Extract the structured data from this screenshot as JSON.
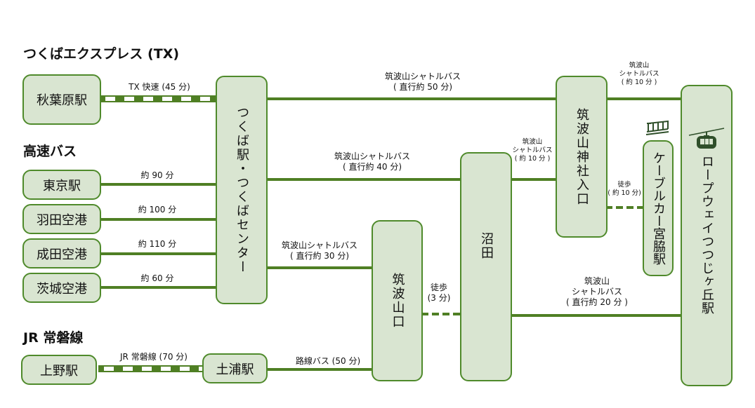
{
  "headings": {
    "tx": "つくばエクスプレス (TX)",
    "highway_bus": "高速バス",
    "jr": "JR 常磐線"
  },
  "stations": {
    "akihabara": "秋葉原駅",
    "tokyo": "東京駅",
    "haneda": "羽田空港",
    "narita": "成田空港",
    "ibaraki": "茨城空港",
    "ueno": "上野駅",
    "tsuchiura": "土浦駅",
    "tsukuba": "つくば駅・つくばセンター",
    "tsukubasanguchi": "筑波山口",
    "numata": "沼田",
    "jinja_iriguchi": "筑波山神社入口",
    "cablecar_miyawaki": "ケーブルカー宮脇駅",
    "ropeway_tsutsujigaoka": "ロープウェイつつじヶ丘駅"
  },
  "routes": {
    "tx_rapid": "TX 快速 (45 分)",
    "tokyo_bus": "約 90 分",
    "haneda_bus": "約 100 分",
    "narita_bus": "約 110 分",
    "ibaraki_bus": "約 60 分",
    "jr_joban": "JR 常磐線 (70 分)",
    "route_bus": "路線バス (50 分)",
    "shuttle_50": [
      "筑波山シャトルバス",
      "( 直行約 50 分)"
    ],
    "shuttle_40": [
      "筑波山シャトルバス",
      "( 直行約 40 分)"
    ],
    "shuttle_30": [
      "筑波山シャトルバス",
      "( 直行約 30 分)"
    ],
    "shuttle_10a": [
      "筑波山",
      "シャトルバス",
      "( 約 10 分 )"
    ],
    "shuttle_10b": [
      "筑波山",
      "シャトルバス",
      "( 約 10 分 )"
    ],
    "shuttle_20": [
      "筑波山",
      "シャトルバス",
      "( 直行約 20 分 )"
    ],
    "walk_3": [
      "徒歩",
      "(3 分)"
    ],
    "walk_10": [
      "徒歩",
      "( 約 10 分)"
    ]
  },
  "icons": {
    "cablecar": "cable-car-icon",
    "ropeway": "ropeway-gondola-icon"
  },
  "colors": {
    "line": "#4f7f24",
    "box_fill": "#d9e5d1",
    "box_border": "#4f8a2b",
    "icon": "#2f4f2a"
  }
}
